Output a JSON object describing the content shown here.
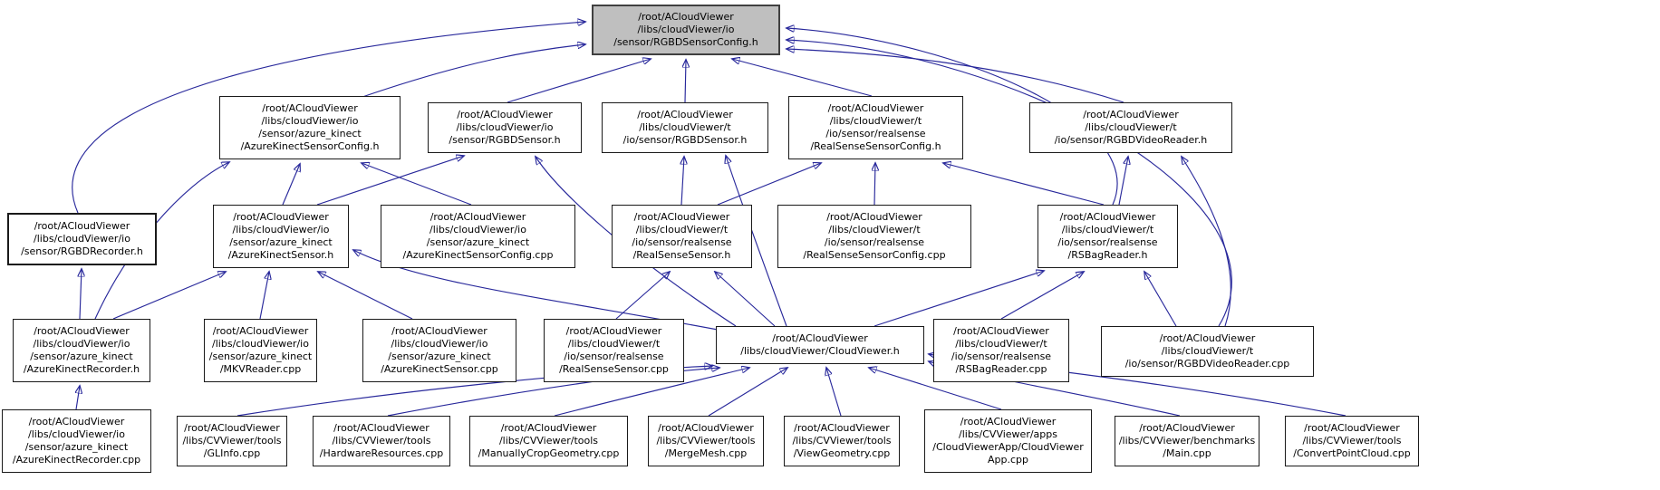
{
  "diagram": {
    "type": "include-dependency-graph",
    "edge_color": "#28289B",
    "root_fill": "#BFBFBF",
    "nodes": [
      {
        "id": "rgbd_sensor_config_h",
        "label": "/root/ACloudViewer\n/libs/cloudViewer/io\n/sensor/RGBDSensorConfig.h",
        "highlight": true
      },
      {
        "id": "azure_kinect_sensor_config_h",
        "label": "/root/ACloudViewer\n/libs/cloudViewer/io\n/sensor/azure_kinect\n/AzureKinectSensorConfig.h"
      },
      {
        "id": "io_rgbd_sensor_h",
        "label": "/root/ACloudViewer\n/libs/cloudViewer/io\n/sensor/RGBDSensor.h"
      },
      {
        "id": "t_rgbd_sensor_h",
        "label": "/root/ACloudViewer\n/libs/cloudViewer/t\n/io/sensor/RGBDSensor.h"
      },
      {
        "id": "realsense_sensor_config_h",
        "label": "/root/ACloudViewer\n/libs/cloudViewer/t\n/io/sensor/realsense\n/RealSenseSensorConfig.h"
      },
      {
        "id": "rgbd_video_reader_h",
        "label": "/root/ACloudViewer\n/libs/cloudViewer/t\n/io/sensor/RGBDVideoReader.h"
      },
      {
        "id": "rgbd_recorder_h",
        "label": "/root/ACloudViewer\n/libs/cloudViewer/io\n/sensor/RGBDRecorder.h"
      },
      {
        "id": "azure_kinect_sensor_h",
        "label": "/root/ACloudViewer\n/libs/cloudViewer/io\n/sensor/azure_kinect\n/AzureKinectSensor.h"
      },
      {
        "id": "azure_kinect_sensor_config_cpp",
        "label": "/root/ACloudViewer\n/libs/cloudViewer/io\n/sensor/azure_kinect\n/AzureKinectSensorConfig.cpp"
      },
      {
        "id": "realsense_sensor_h",
        "label": "/root/ACloudViewer\n/libs/cloudViewer/t\n/io/sensor/realsense\n/RealSenseSensor.h"
      },
      {
        "id": "realsense_sensor_config_cpp",
        "label": "/root/ACloudViewer\n/libs/cloudViewer/t\n/io/sensor/realsense\n/RealSenseSensorConfig.cpp"
      },
      {
        "id": "rs_bag_reader_h",
        "label": "/root/ACloudViewer\n/libs/cloudViewer/t\n/io/sensor/realsense\n/RSBagReader.h"
      },
      {
        "id": "azure_kinect_recorder_h",
        "label": "/root/ACloudViewer\n/libs/cloudViewer/io\n/sensor/azure_kinect\n/AzureKinectRecorder.h"
      },
      {
        "id": "mkv_reader_cpp",
        "label": "/root/ACloudViewer\n/libs/cloudViewer/io\n/sensor/azure_kinect\n/MKVReader.cpp"
      },
      {
        "id": "azure_kinect_sensor_cpp",
        "label": "/root/ACloudViewer\n/libs/cloudViewer/io\n/sensor/azure_kinect\n/AzureKinectSensor.cpp"
      },
      {
        "id": "realsense_sensor_cpp",
        "label": "/root/ACloudViewer\n/libs/cloudViewer/t\n/io/sensor/realsense\n/RealSenseSensor.cpp"
      },
      {
        "id": "cloudviewer_h",
        "label": "/root/ACloudViewer\n/libs/cloudViewer/CloudViewer.h"
      },
      {
        "id": "rs_bag_reader_cpp",
        "label": "/root/ACloudViewer\n/libs/cloudViewer/t\n/io/sensor/realsense\n/RSBagReader.cpp"
      },
      {
        "id": "rgbd_video_reader_cpp",
        "label": "/root/ACloudViewer\n/libs/cloudViewer/t\n/io/sensor/RGBDVideoReader.cpp"
      },
      {
        "id": "azure_kinect_recorder_cpp",
        "label": "/root/ACloudViewer\n/libs/cloudViewer/io\n/sensor/azure_kinect\n/AzureKinectRecorder.cpp"
      },
      {
        "id": "glinfo_cpp",
        "label": "/root/ACloudViewer\n/libs/CVViewer/tools\n/GLInfo.cpp"
      },
      {
        "id": "hardware_resources_cpp",
        "label": "/root/ACloudViewer\n/libs/CVViewer/tools\n/HardwareResources.cpp"
      },
      {
        "id": "manually_crop_geometry_cpp",
        "label": "/root/ACloudViewer\n/libs/CVViewer/tools\n/ManuallyCropGeometry.cpp"
      },
      {
        "id": "merge_mesh_cpp",
        "label": "/root/ACloudViewer\n/libs/CVViewer/tools\n/MergeMesh.cpp"
      },
      {
        "id": "view_geometry_cpp",
        "label": "/root/ACloudViewer\n/libs/CVViewer/tools\n/ViewGeometry.cpp"
      },
      {
        "id": "cloudviewer_app_cpp",
        "label": "/root/ACloudViewer\n/libs/CVViewer/apps\n/CloudViewerApp/CloudViewer\nApp.cpp"
      },
      {
        "id": "main_cpp",
        "label": "/root/ACloudViewer\n/libs/CVViewer/benchmarks\n/Main.cpp"
      },
      {
        "id": "convert_point_cloud_cpp",
        "label": "/root/ACloudViewer\n/libs/CVViewer/tools\n/ConvertPointCloud.cpp"
      }
    ],
    "edges": [
      {
        "from": "azure_kinect_sensor_config_h",
        "to": "rgbd_sensor_config_h"
      },
      {
        "from": "rgbd_recorder_h",
        "to": "rgbd_sensor_config_h"
      },
      {
        "from": "io_rgbd_sensor_h",
        "to": "rgbd_sensor_config_h"
      },
      {
        "from": "t_rgbd_sensor_h",
        "to": "rgbd_sensor_config_h"
      },
      {
        "from": "realsense_sensor_config_h",
        "to": "rgbd_sensor_config_h"
      },
      {
        "from": "rgbd_video_reader_h",
        "to": "rgbd_sensor_config_h"
      },
      {
        "from": "rs_bag_reader_h",
        "to": "rgbd_sensor_config_h"
      },
      {
        "from": "rgbd_video_reader_cpp",
        "to": "rgbd_sensor_config_h"
      },
      {
        "from": "azure_kinect_sensor_h",
        "to": "azure_kinect_sensor_config_h"
      },
      {
        "from": "azure_kinect_sensor_config_cpp",
        "to": "azure_kinect_sensor_config_h"
      },
      {
        "from": "azure_kinect_recorder_h",
        "to": "azure_kinect_sensor_config_h"
      },
      {
        "from": "azure_kinect_sensor_h",
        "to": "io_rgbd_sensor_h"
      },
      {
        "from": "cloudviewer_h",
        "to": "io_rgbd_sensor_h"
      },
      {
        "from": "realsense_sensor_h",
        "to": "t_rgbd_sensor_h"
      },
      {
        "from": "cloudviewer_h",
        "to": "t_rgbd_sensor_h"
      },
      {
        "from": "realsense_sensor_h",
        "to": "realsense_sensor_config_h"
      },
      {
        "from": "realsense_sensor_config_cpp",
        "to": "realsense_sensor_config_h"
      },
      {
        "from": "rs_bag_reader_h",
        "to": "realsense_sensor_config_h"
      },
      {
        "from": "rs_bag_reader_h",
        "to": "rgbd_video_reader_h"
      },
      {
        "from": "rgbd_video_reader_cpp",
        "to": "rgbd_video_reader_h"
      },
      {
        "from": "azure_kinect_recorder_h",
        "to": "rgbd_recorder_h"
      },
      {
        "from": "azure_kinect_recorder_h",
        "to": "azure_kinect_sensor_h"
      },
      {
        "from": "mkv_reader_cpp",
        "to": "azure_kinect_sensor_h"
      },
      {
        "from": "azure_kinect_sensor_cpp",
        "to": "azure_kinect_sensor_h"
      },
      {
        "from": "cloudviewer_h",
        "to": "azure_kinect_sensor_h"
      },
      {
        "from": "realsense_sensor_cpp",
        "to": "realsense_sensor_h"
      },
      {
        "from": "cloudviewer_h",
        "to": "realsense_sensor_h"
      },
      {
        "from": "cloudviewer_h",
        "to": "rs_bag_reader_h"
      },
      {
        "from": "rs_bag_reader_cpp",
        "to": "rs_bag_reader_h"
      },
      {
        "from": "rgbd_video_reader_cpp",
        "to": "rs_bag_reader_h"
      },
      {
        "from": "azure_kinect_recorder_cpp",
        "to": "azure_kinect_recorder_h"
      },
      {
        "from": "glinfo_cpp",
        "to": "cloudviewer_h"
      },
      {
        "from": "hardware_resources_cpp",
        "to": "cloudviewer_h"
      },
      {
        "from": "manually_crop_geometry_cpp",
        "to": "cloudviewer_h"
      },
      {
        "from": "merge_mesh_cpp",
        "to": "cloudviewer_h"
      },
      {
        "from": "view_geometry_cpp",
        "to": "cloudviewer_h"
      },
      {
        "from": "cloudviewer_app_cpp",
        "to": "cloudviewer_h"
      },
      {
        "from": "main_cpp",
        "to": "cloudviewer_h"
      },
      {
        "from": "convert_point_cloud_cpp",
        "to": "cloudviewer_h"
      }
    ]
  }
}
